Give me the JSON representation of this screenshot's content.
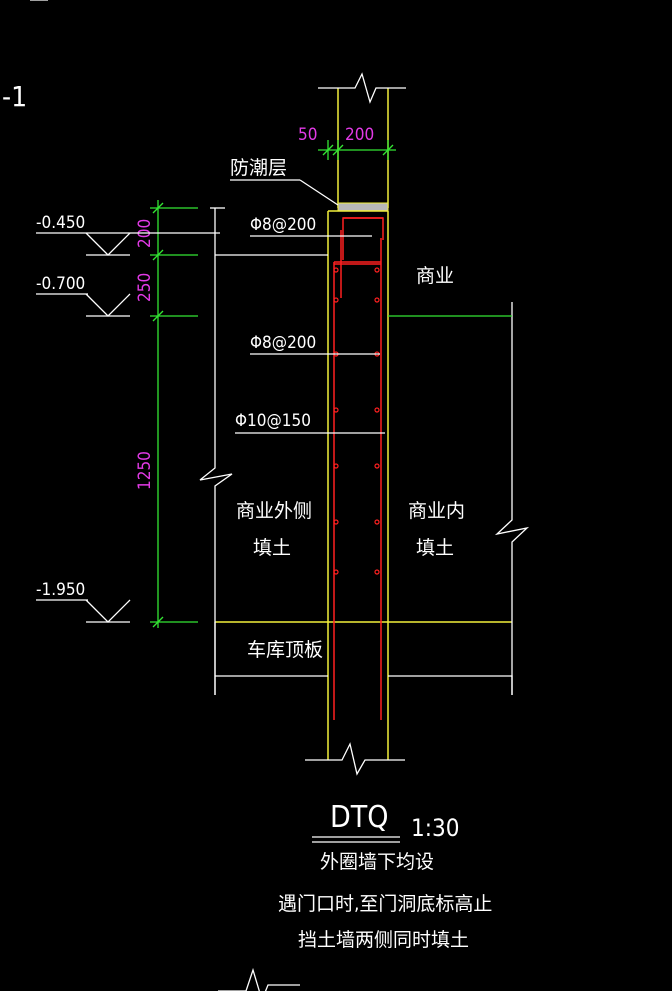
{
  "view_label": "-1",
  "labels": {
    "moisture_layer": "防潮层",
    "commercial": "商业",
    "outer_fill_line1": "商业外侧",
    "outer_fill_line2": "填土",
    "inner_fill_line1": "商业内",
    "inner_fill_line2": "填土",
    "garage_slab": "车库顶板"
  },
  "rebar": [
    {
      "label": "Φ8@200"
    },
    {
      "label": "Φ8@200"
    },
    {
      "label": "Φ10@150"
    }
  ],
  "elevations": [
    {
      "label": "-0.450"
    },
    {
      "label": "-0.700"
    },
    {
      "label": "-1.950"
    }
  ],
  "dimensions": {
    "horizontal": [
      "50",
      "200"
    ],
    "vertical": [
      "200",
      "250",
      "1250"
    ]
  },
  "title": {
    "name": "DTQ",
    "scale": "1:30",
    "notes": [
      "外圈墙下均设",
      "遇门口时,至门洞底标高止",
      "挡土墙两侧同时填土"
    ]
  },
  "colors": {
    "background": "#000000",
    "lines": "#ffffff",
    "wall": "#f2ef3a",
    "dimension": "#33e633",
    "dimension_text": "#e23ae6",
    "rebar": "#ff2020"
  }
}
